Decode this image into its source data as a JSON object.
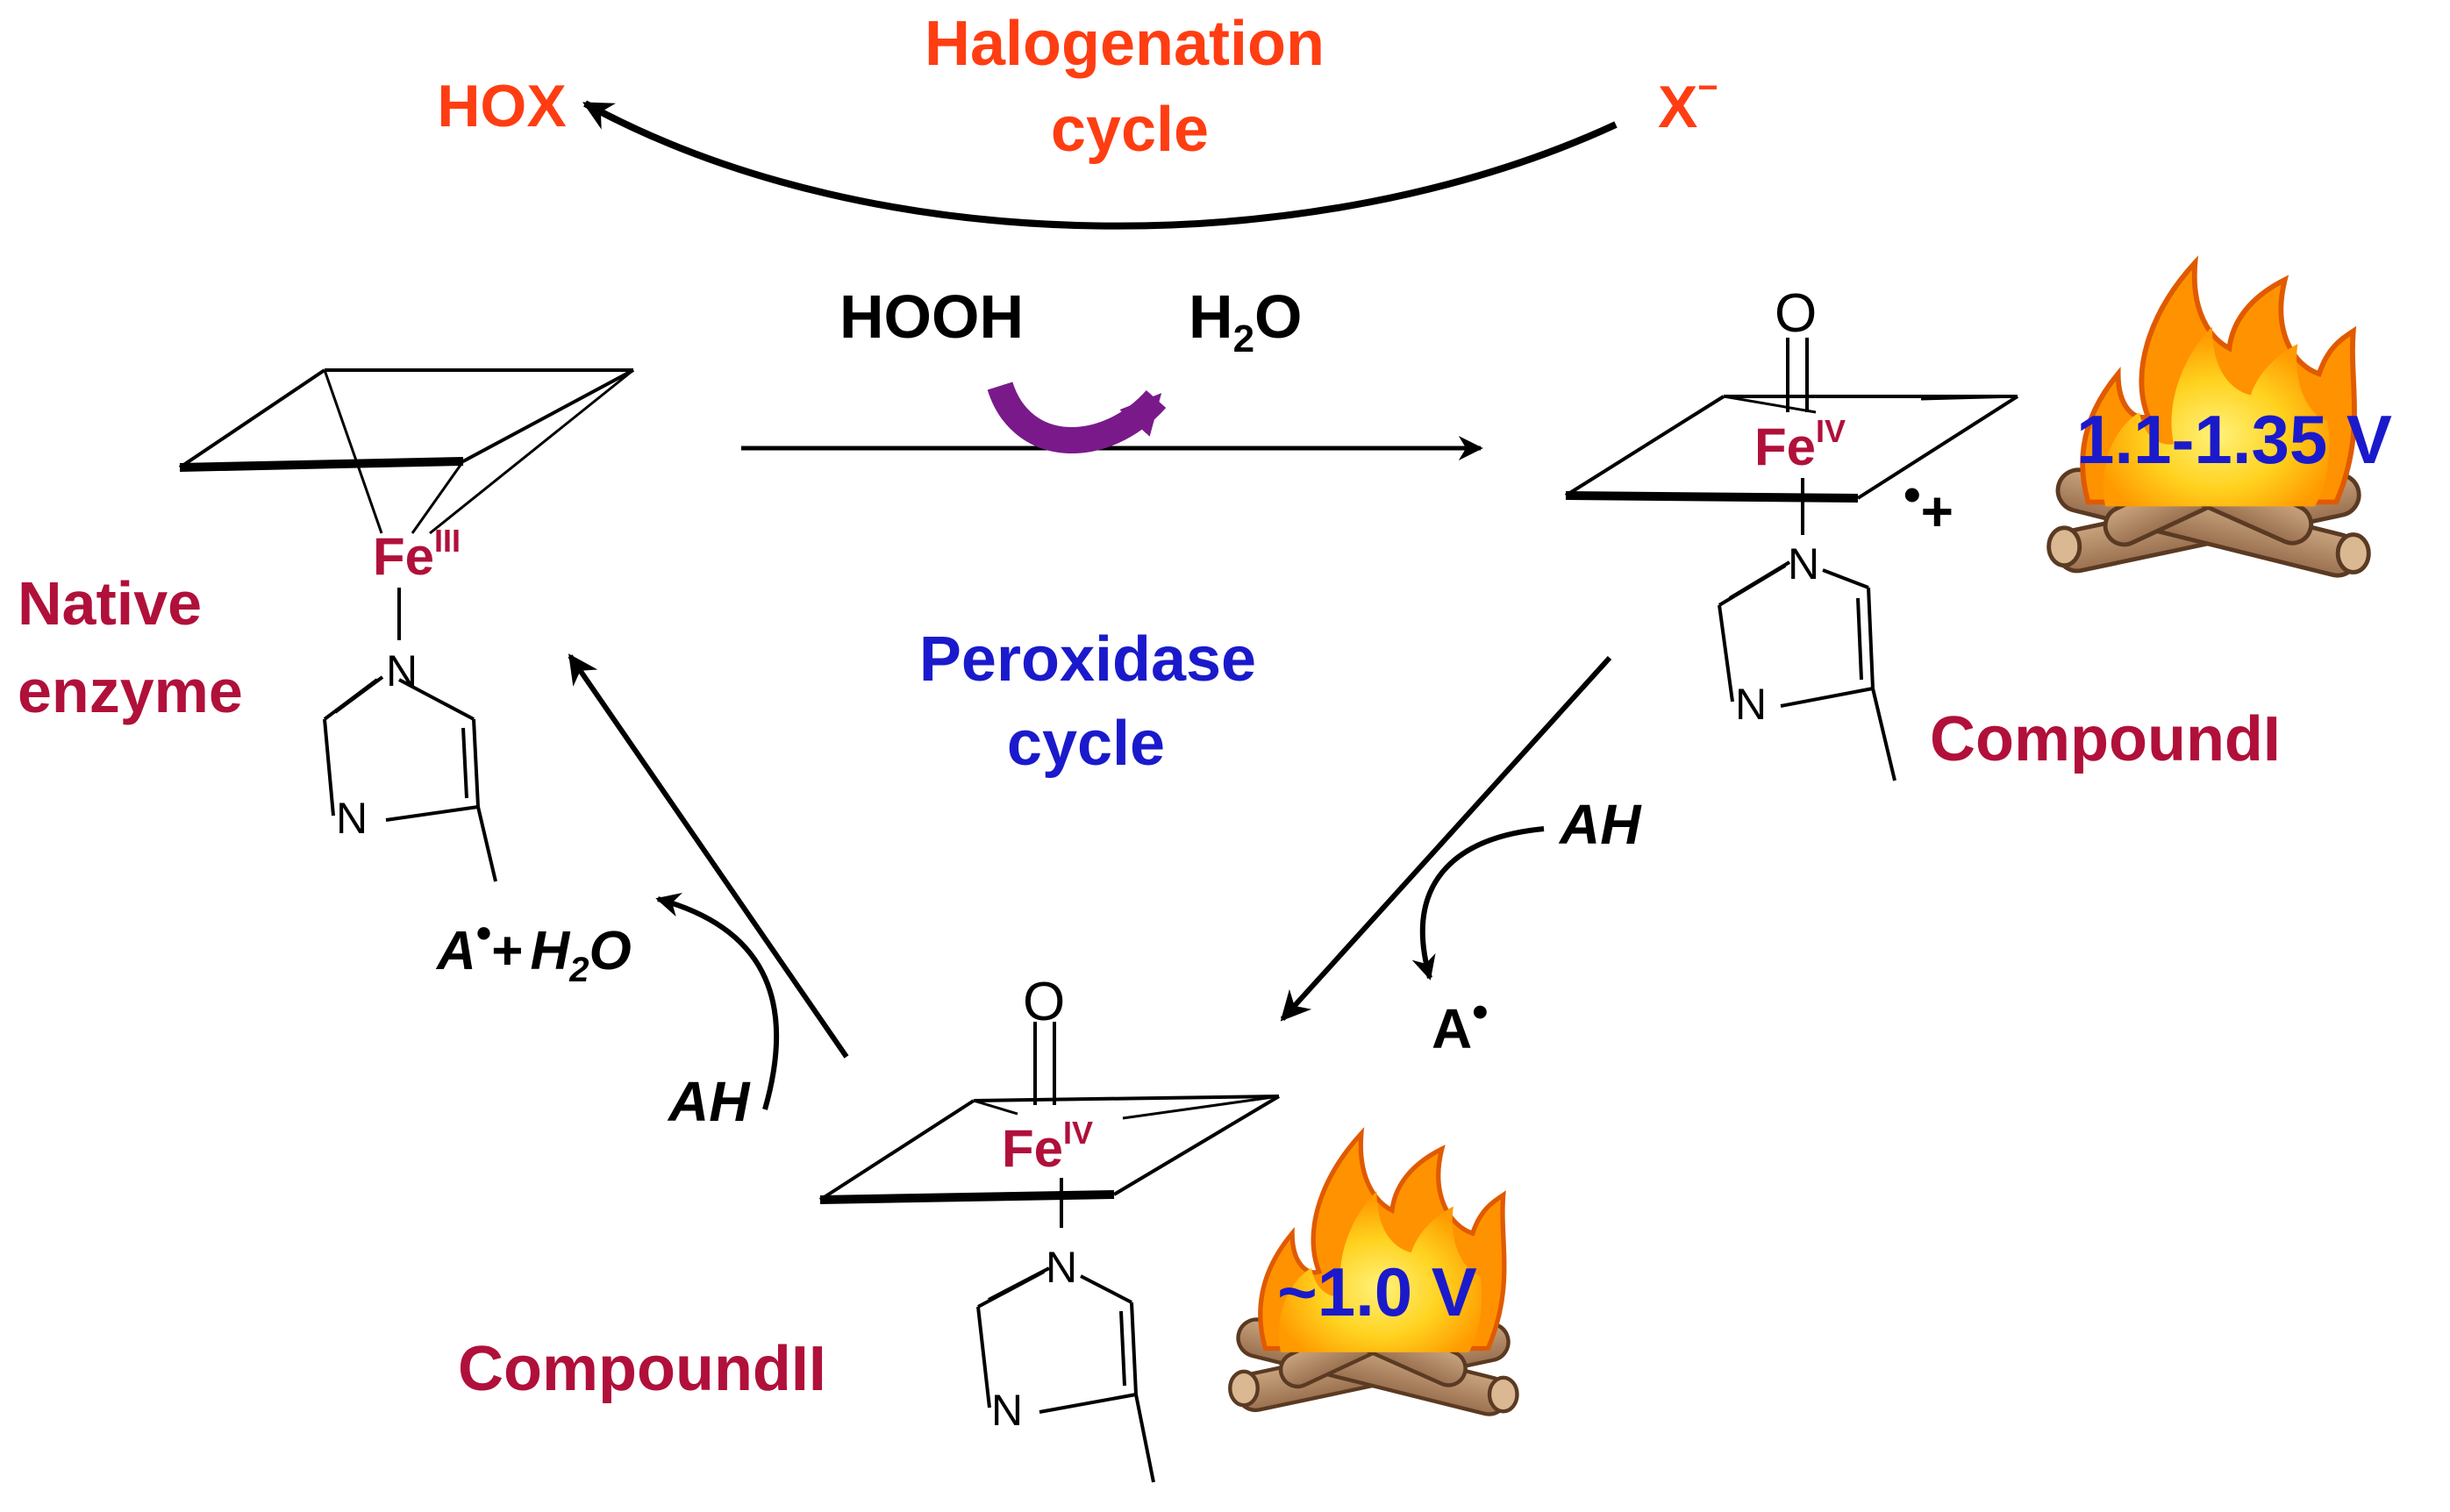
{
  "colors": {
    "halogenation": "#ff3d12",
    "peroxidase": "#1a1acc",
    "compound_label": "#b0103a",
    "fe_label": "#b0103a",
    "voltage": "#1a1acc",
    "hooh_arrow": "#7a1a8a",
    "ink": "#000000"
  },
  "halogenation": {
    "product": "HOX",
    "title_line1": "Halogenation",
    "title_line2": "cycle",
    "halide_base": "X",
    "halide_charge": "−"
  },
  "peroxidase": {
    "title_line1": "Peroxidase",
    "title_line2": "cycle"
  },
  "reagents": {
    "hooh": "HOOH",
    "water_h": "H",
    "water_sub": "2",
    "water_o": "O"
  },
  "native": {
    "label_line1": "Native",
    "label_line2": "enzyme",
    "fe_symbol": "Fe",
    "fe_oxidation": "III"
  },
  "compound_i": {
    "label": "CompoundI",
    "fe_symbol": "Fe",
    "fe_oxidation": "IV",
    "oxo": "O",
    "radical_dot": "•",
    "radical_charge": "+",
    "potential": "1.1-1.35 V"
  },
  "compound_ii": {
    "label": "CompoundII",
    "fe_symbol": "Fe",
    "fe_oxidation": "IV",
    "oxo": "O",
    "potential": "~1.0 V"
  },
  "step_i_to_ii": {
    "substrate": "AH",
    "product_base": "A",
    "product_dot": "•"
  },
  "step_ii_to_native": {
    "substrate": "AH",
    "product_base": "A",
    "product_dot": "•",
    "plus": "+",
    "water_h": "H",
    "water_sub": "2",
    "water_o": "O"
  },
  "imidazole": {
    "n_top": "N",
    "n_bottom": "N"
  },
  "icons": [
    "campfire-icon"
  ]
}
